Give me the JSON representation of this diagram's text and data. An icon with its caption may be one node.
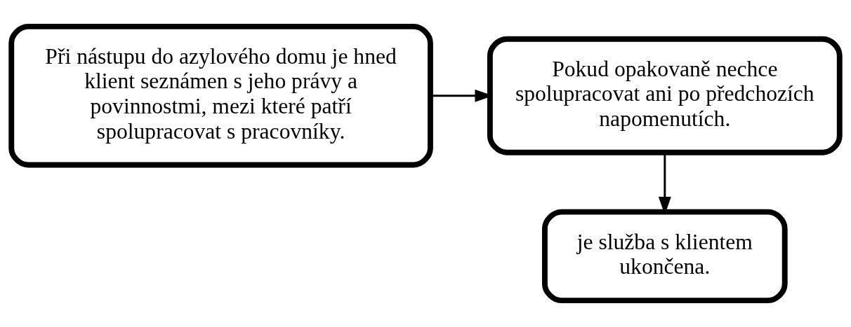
{
  "diagram": {
    "nodes": [
      {
        "text": [
          "Při nástupu do azylového domu je hned klient seznámen s jeho právy a povinnostmi, mezi které patří spolupracovat s pracovníky."
        ]
      },
      {
        "text": [
          "Pokud opakovaně nechce spolupracovat ani po předchozích napomenutích."
        ]
      },
      {
        "text": [
          "je služba s klientem ukončena."
        ]
      }
    ],
    "edges": [
      {
        "from": 0,
        "to": 1,
        "arrow": "to"
      },
      {
        "from": 1,
        "to": 2,
        "arrow": "to"
      }
    ]
  }
}
